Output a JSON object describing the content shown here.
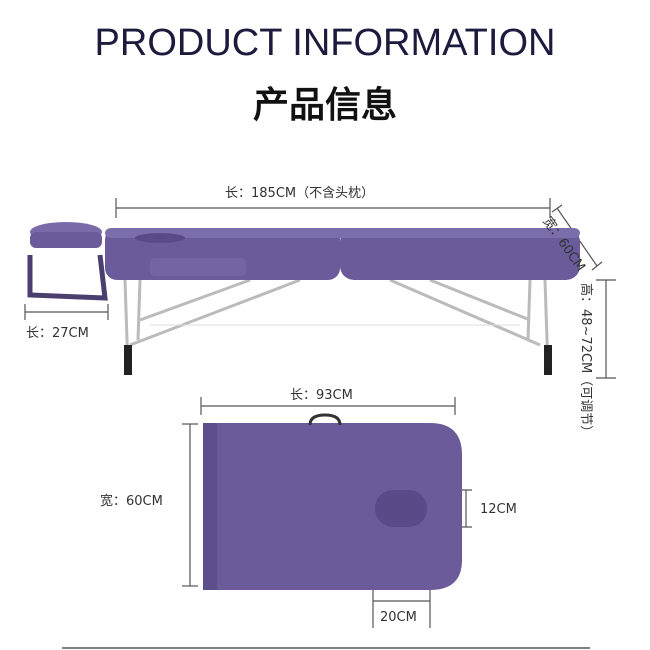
{
  "title": "PRODUCT INFORMATION",
  "subtitle": "产品信息",
  "dimensions": {
    "length": "长：185CM（不含头枕）",
    "width_diag": "宽：60CM",
    "height": "高：48~72CM（可调节）",
    "headrest_length": "长：27CM",
    "folded_length": "长：93CM",
    "folded_width": "宽：60CM",
    "hole_height": "12CM",
    "hole_width": "20CM"
  },
  "colors": {
    "upholstery": "#6b5b9b",
    "title": "#1c1b3d"
  }
}
